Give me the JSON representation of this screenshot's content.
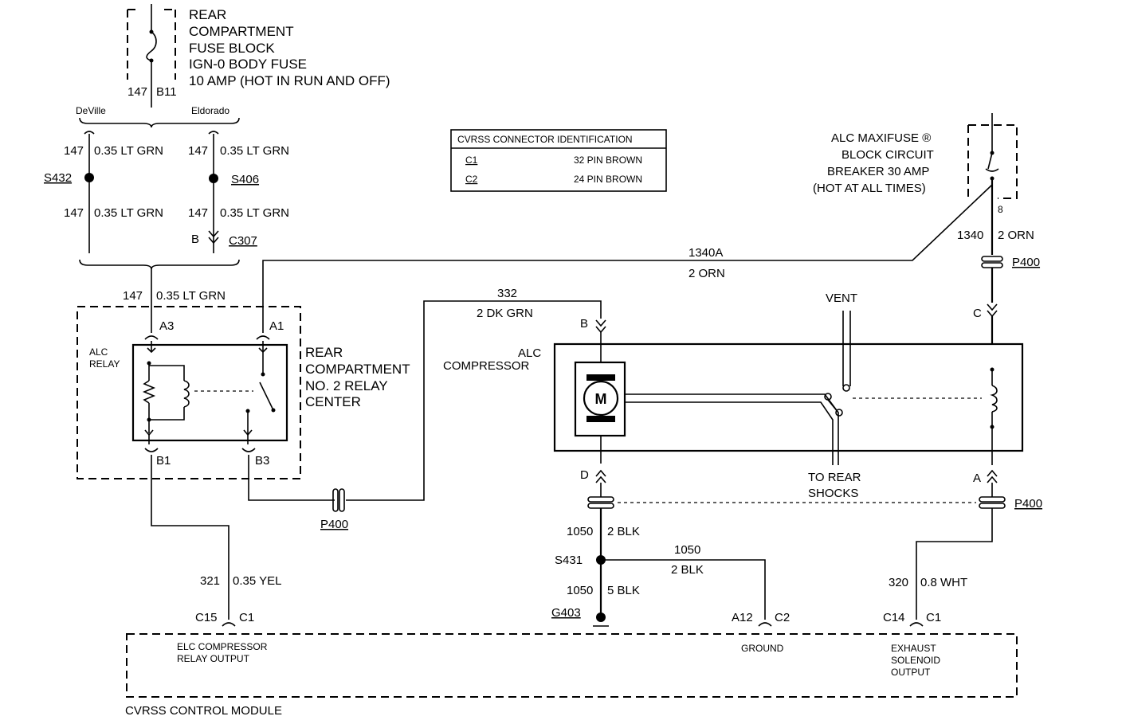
{
  "fuse_block": {
    "line1": "REAR",
    "line2": "COMPARTMENT",
    "line3": "FUSE BLOCK",
    "line4": "IGN-0 BODY FUSE",
    "line5": "10 AMP (HOT IN RUN AND OFF)",
    "circuit": "147",
    "pin": "B11"
  },
  "variants": {
    "left": "DeVille",
    "right": "Eldorado"
  },
  "deville": {
    "circuit_top": "147",
    "wire_top": "0.35 LT GRN",
    "splice": "S432",
    "circuit_bottom": "147",
    "wire_bottom": "0.35 LT GRN"
  },
  "eldorado": {
    "circuit_top": "147",
    "wire_top": "0.35 LT GRN",
    "splice": "S406",
    "circuit_bottom": "147",
    "wire_bottom": "0.35 LT GRN",
    "pin": "B",
    "connector": "C307"
  },
  "relay_feed": {
    "circuit": "147",
    "wire": "0.35 LT GRN"
  },
  "connector_table": {
    "title": "CVRSS CONNECTOR IDENTIFICATION",
    "rows": [
      {
        "id": "C1",
        "desc": "32 PIN BROWN"
      },
      {
        "id": "C2",
        "desc": "24 PIN BROWN"
      }
    ]
  },
  "maxifuse": {
    "line1": "ALC MAXIFUSE ®",
    "line2": "BLOCK CIRCUIT",
    "line3": "BREAKER 30 AMP",
    "line4": "(HOT AT ALL TIMES)",
    "pin": "8",
    "circuit": "1340",
    "wire": "2 ORN",
    "connector": "P400",
    "pin_c": "C",
    "pin_a": "A",
    "connector_lower": "P400"
  },
  "branch_1340a": {
    "circuit": "1340A",
    "wire": "2 ORN"
  },
  "relay_center": {
    "line1": "REAR",
    "line2": "COMPARTMENT",
    "line3": "NO. 2 RELAY",
    "line4": "CENTER",
    "relay_label1": "ALC",
    "relay_label2": "RELAY",
    "pin_a3": "A3",
    "pin_a1": "A1",
    "pin_b1": "B1",
    "pin_b3": "B3"
  },
  "wire_332": {
    "circuit": "332",
    "wire": "2 DK GRN"
  },
  "p400_mid": "P400",
  "compressor": {
    "label1": "ALC",
    "label2": "COMPRESSOR",
    "motor": "M",
    "pin_b": "B",
    "pin_d": "D",
    "vent": "VENT",
    "shocks1": "TO REAR",
    "shocks2": "SHOCKS"
  },
  "ground": {
    "circuit1": "1050",
    "wire1": "2 BLK",
    "splice": "S431",
    "circuit2": "1050",
    "wire2": "2 BLK",
    "circuit3": "1050",
    "wire3": "5 BLK",
    "ground_id": "G403"
  },
  "wire_321": {
    "circuit": "321",
    "wire": "0.35 YEL"
  },
  "wire_320": {
    "circuit": "320",
    "wire": "0.8 WHT"
  },
  "module": {
    "name": "CVRSS CONTROL MODULE",
    "pin1": "C15",
    "conn1": "C1",
    "func1a": "ELC COMPRESSOR",
    "func1b": "RELAY OUTPUT",
    "pin2": "A12",
    "conn2": "C2",
    "func2": "GROUND",
    "pin3": "C14",
    "conn3": "C1",
    "func3a": "EXHAUST",
    "func3b": "SOLENOID",
    "func3c": "OUTPUT"
  }
}
